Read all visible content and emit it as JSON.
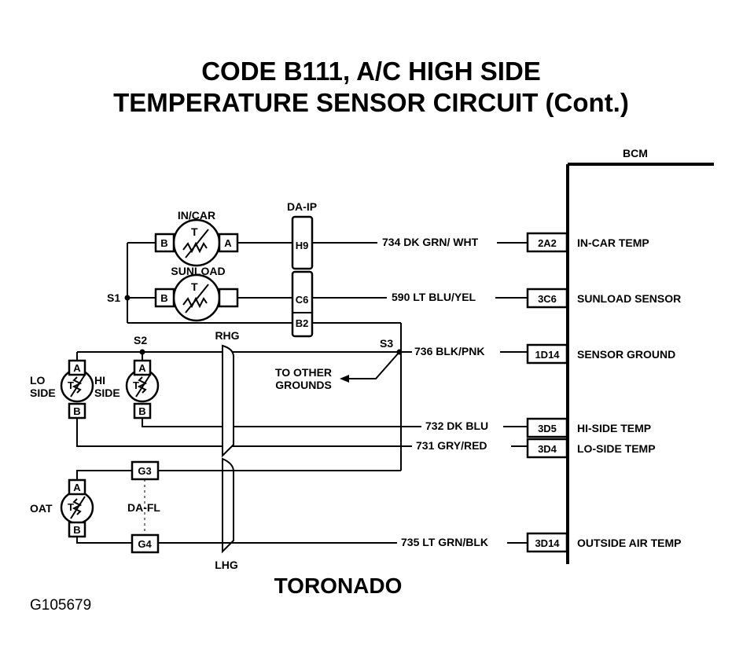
{
  "title": {
    "line1": "CODE B111, A/C HIGH SIDE",
    "line2": "TEMPERATURE SENSOR CIRCUIT (Cont.)"
  },
  "bcm": {
    "label": "BCM",
    "terminals": [
      {
        "pin": "2A2",
        "name": "IN-CAR TEMP",
        "wire": "734 DK GRN/ WHT"
      },
      {
        "pin": "3C6",
        "name": "SUNLOAD SENSOR",
        "wire": "590 LT BLU/YEL"
      },
      {
        "pin": "1D14",
        "name": "SENSOR GROUND",
        "wire": "736 BLK/PNK"
      },
      {
        "pin": "3D5",
        "name": "HI-SIDE TEMP",
        "wire": "732 DK BLU"
      },
      {
        "pin": "3D4",
        "name": "LO-SIDE TEMP",
        "wire": "731 GRY/RED"
      },
      {
        "pin": "3D14",
        "name": "OUTSIDE AIR TEMP",
        "wire": "735 LT GRN/BLK"
      }
    ]
  },
  "connector_ip": {
    "label": "DA-IP",
    "pins": [
      "H9",
      "C6",
      "B2"
    ]
  },
  "connector_fl": {
    "label": "DA-FL",
    "pins": [
      "G3",
      "G4"
    ]
  },
  "sensors": {
    "incar": {
      "label": "IN/CAR",
      "pin_left": "B",
      "pin_right": "A",
      "symbol": "T"
    },
    "sunload": {
      "label": "SUNLOAD",
      "pin_left": "B",
      "symbol": "T"
    },
    "loside": {
      "label_line1": "LO",
      "label_line2": "SIDE",
      "pin_top": "A",
      "pin_bottom": "B",
      "symbol": "T"
    },
    "hiside": {
      "label_line1": "HI",
      "label_line2": "SIDE",
      "pin_top": "A",
      "pin_bottom": "B",
      "symbol": "T"
    },
    "oat": {
      "label": "OAT",
      "pin_top": "A",
      "pin_bottom": "B",
      "symbol": "T"
    }
  },
  "splices": {
    "s1": "S1",
    "s2": "S2",
    "s3": "S3"
  },
  "grommets": {
    "rhg": "RHG",
    "lhg": "LHG"
  },
  "other_grounds": {
    "line1": "TO OTHER",
    "line2": "GROUNDS"
  },
  "model": "TORONADO",
  "figure_id": "G105679"
}
